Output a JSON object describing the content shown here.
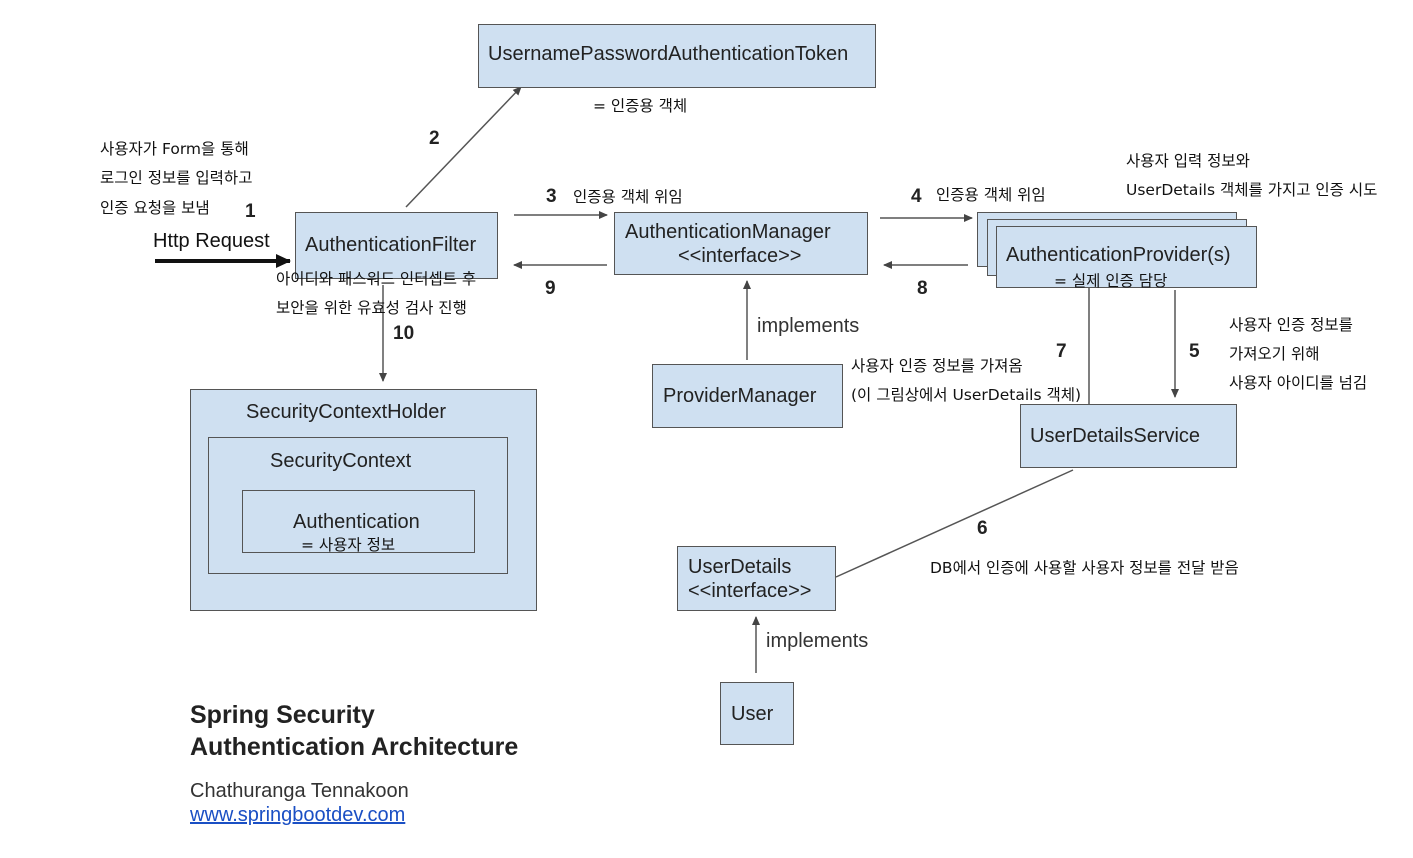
{
  "boxes": {
    "token": "UsernamePasswordAuthenticationToken",
    "filter": "AuthenticationFilter",
    "manager_line1": "AuthenticationManager",
    "manager_line2": "<<interface>>",
    "provider": "AuthenticationProvider(s)",
    "provider_manager": "ProviderManager",
    "user_details_service": "UserDetailsService",
    "context_holder": "SecurityContextHolder",
    "context": "SecurityContext",
    "authentication": "Authentication",
    "user_details_line1": "UserDetails",
    "user_details_line2": "<<interface>>",
    "user": "User"
  },
  "annotations": {
    "token_note": "= 인증용 객체",
    "request_line1": "사용자가 Form을 통해",
    "request_line2": "로그인 정보를 입력하고",
    "request_line3": "인증 요청을 보냄",
    "http_request": "Http Request",
    "filter_note_line1": "아이디와 패스워드 인터셉트 후",
    "filter_note_line2": "보안을 위한 유효성 검사 진행",
    "step3_note": "인증용 객체 위임",
    "step4_note": "인증용 객체 위임",
    "provider_note_line1": "사용자 입력 정보와",
    "provider_note_line2": "UserDetails 객체를 가지고 인증 시도",
    "provider_role": "= 실제 인증 담당",
    "step5_line1": "사용자 인증 정보를",
    "step5_line2": "가져오기 위해",
    "step5_line3": "사용자 아이디를 넘김",
    "step7_line1": "사용자 인증 정보를 가져옴",
    "step7_line2": "(이 그림상에서 UserDetails 객체)",
    "step6_note": "DB에서 인증에 사용할 사용자 정보를 전달 받음",
    "authentication_note": "= 사용자 정보",
    "implements_1": "implements",
    "implements_2": "implements"
  },
  "steps": {
    "s1": "1",
    "s2": "2",
    "s3": "3",
    "s4": "4",
    "s5": "5",
    "s6": "6",
    "s7": "7",
    "s8": "8",
    "s9": "9",
    "s10": "10"
  },
  "footer": {
    "title_line1": "Spring Security",
    "title_line2": "Authentication Architecture",
    "author": "Chathuranga Tennakoon",
    "link": "www.springbootdev.com"
  },
  "colors": {
    "box_fill": "#cfe0f1",
    "box_border": "#555555",
    "link": "#1a4fc4"
  }
}
